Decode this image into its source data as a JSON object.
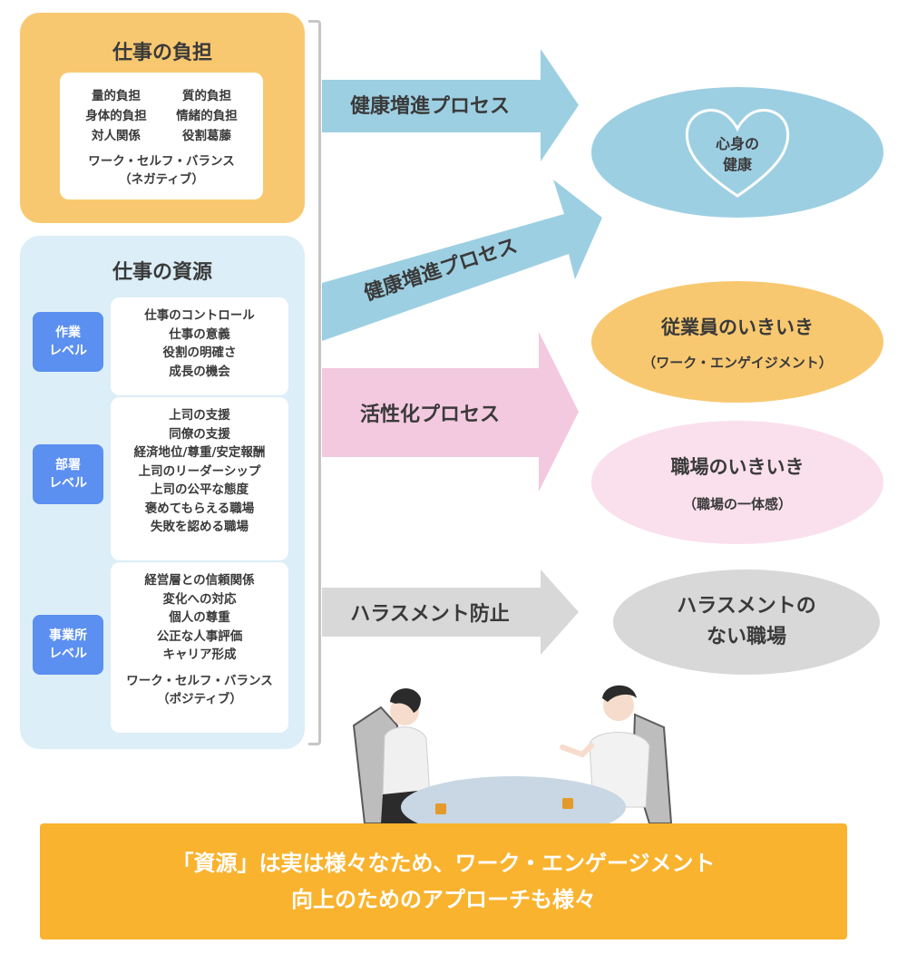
{
  "demands": {
    "title": "仕事の負担",
    "items": [
      "量的負担",
      "質的負担",
      "身体的負担",
      "情緒的負担",
      "対人関係",
      "役割葛藤"
    ],
    "wlb_line1": "ワーク・セルフ・バランス",
    "wlb_line2": "（ネガティブ）"
  },
  "resources": {
    "title": "仕事の資源",
    "levels": [
      {
        "label1": "作業",
        "label2": "レベル",
        "items": [
          "仕事のコントロール",
          "仕事の意義",
          "役割の明確さ",
          "成長の機会"
        ]
      },
      {
        "label1": "部署",
        "label2": "レベル",
        "items": [
          "上司の支援",
          "同僚の支援",
          "経済地位/尊重/安定報酬",
          "上司のリーダーシップ",
          "上司の公平な態度",
          "褒めてもらえる職場",
          "失敗を認める職場"
        ]
      },
      {
        "label1": "事業所",
        "label2": "レベル",
        "items": [
          "経営層との信頼関係",
          "変化への対応",
          "個人の尊重",
          "公正な人事評価",
          "キャリア形成"
        ],
        "wlb_line1": "ワーク・セルフ・バランス",
        "wlb_line2": "（ポジティブ）"
      }
    ]
  },
  "arrows": {
    "a1": "健康増進プロセス",
    "a2": "健康増進プロセス",
    "a3": "活性化プロセス",
    "a4": "ハラスメント防止"
  },
  "outcomes": {
    "health_line1": "心身の",
    "health_line2": "健康",
    "engage_title": "従業員のいきいき",
    "engage_sub": "（ワーク・エンゲイジメント）",
    "work_title": "職場のいきいき",
    "work_sub": "（職場の一体感）",
    "harass_line1": "ハラスメントの",
    "harass_line2": "ない職場"
  },
  "banner": {
    "line1": "「資源」は実は様々なため、ワーク・エンゲージメント",
    "line2": "向上のためのアプローチも様々"
  },
  "colors": {
    "demands_bg": "#f8c870",
    "resources_bg": "#dceef7",
    "level_badge": "#5b8ff0",
    "arrow_blue": "#9dcfe2",
    "arrow_pink": "#f3c9df",
    "arrow_gray": "#d8d8d8",
    "banner": "#f9b32e"
  }
}
